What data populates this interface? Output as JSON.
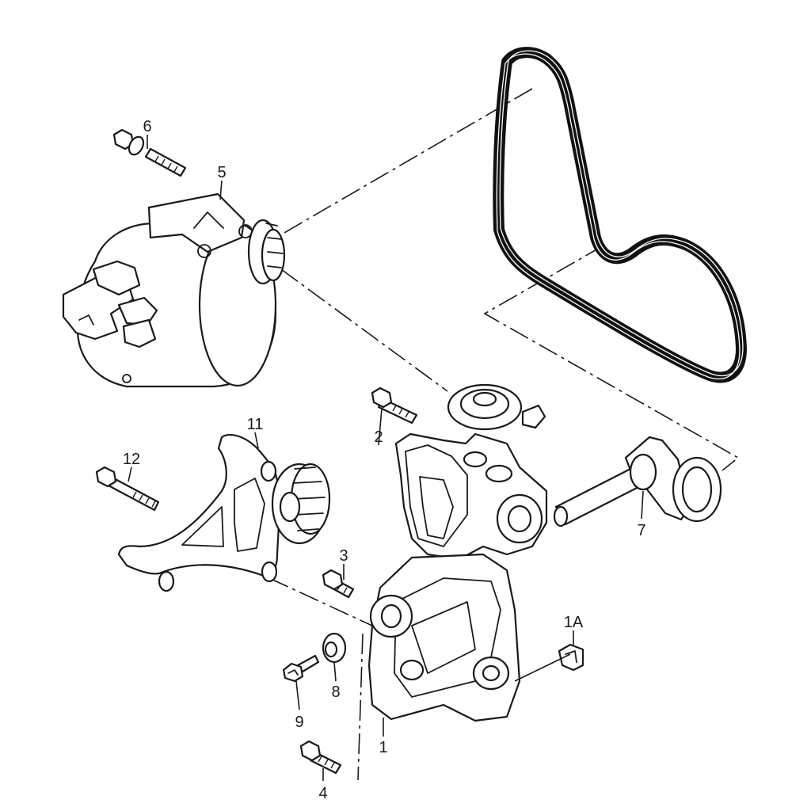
{
  "diagram": {
    "callouts": [
      "6",
      "5",
      "2",
      "11",
      "12",
      "3",
      "7",
      "1A",
      "8",
      "9",
      "1",
      "4"
    ]
  }
}
